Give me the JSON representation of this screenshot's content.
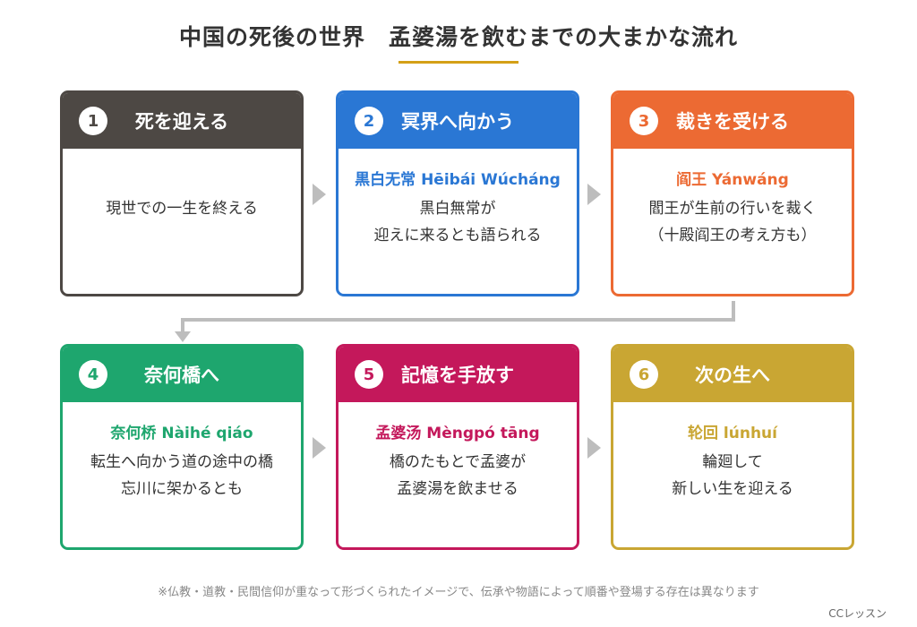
{
  "title": "中国の死後の世界　孟婆湯を飲むまでの大まかな流れ",
  "colors": {
    "accent_rule": "#d4a017",
    "arrow": "#bdbdbd"
  },
  "steps": [
    {
      "num": "1",
      "title": "死を迎える",
      "subtitle": "",
      "lines": [
        "現世での一生を終える"
      ],
      "color": "#4d4844"
    },
    {
      "num": "2",
      "title": "冥界へ向かう",
      "subtitle": "黒白无常 Hēibái Wúcháng",
      "lines": [
        "黒白無常が",
        "迎えに来るとも語られる"
      ],
      "color": "#2a77d4"
    },
    {
      "num": "3",
      "title": "裁きを受ける",
      "subtitle": "阎王 Yánwáng",
      "lines": [
        "閻王が生前の行いを裁く",
        "（十殿阎王の考え方も）"
      ],
      "color": "#ec6a33"
    },
    {
      "num": "4",
      "title": "奈何橋へ",
      "subtitle": "奈何桥 Nàihé qiáo",
      "lines": [
        "転生へ向かう道の途中の橋",
        "忘川に架かるとも"
      ],
      "color": "#1ea66e"
    },
    {
      "num": "5",
      "title": "記憶を手放す",
      "subtitle": "孟婆汤 Mèngpó tāng",
      "lines": [
        "橋のたもとで孟婆が",
        "孟婆湯を飲ませる"
      ],
      "color": "#c4185b"
    },
    {
      "num": "6",
      "title": "次の生へ",
      "subtitle": "轮回 lúnhuí",
      "lines": [
        "輪廻して",
        "新しい生を迎える"
      ],
      "color": "#c9a633"
    }
  ],
  "footnote": "※仏教・道教・民間信仰が重なって形づくられたイメージで、伝承や物語によって順番や登場する存在は異なります",
  "credit": "CCレッスン"
}
